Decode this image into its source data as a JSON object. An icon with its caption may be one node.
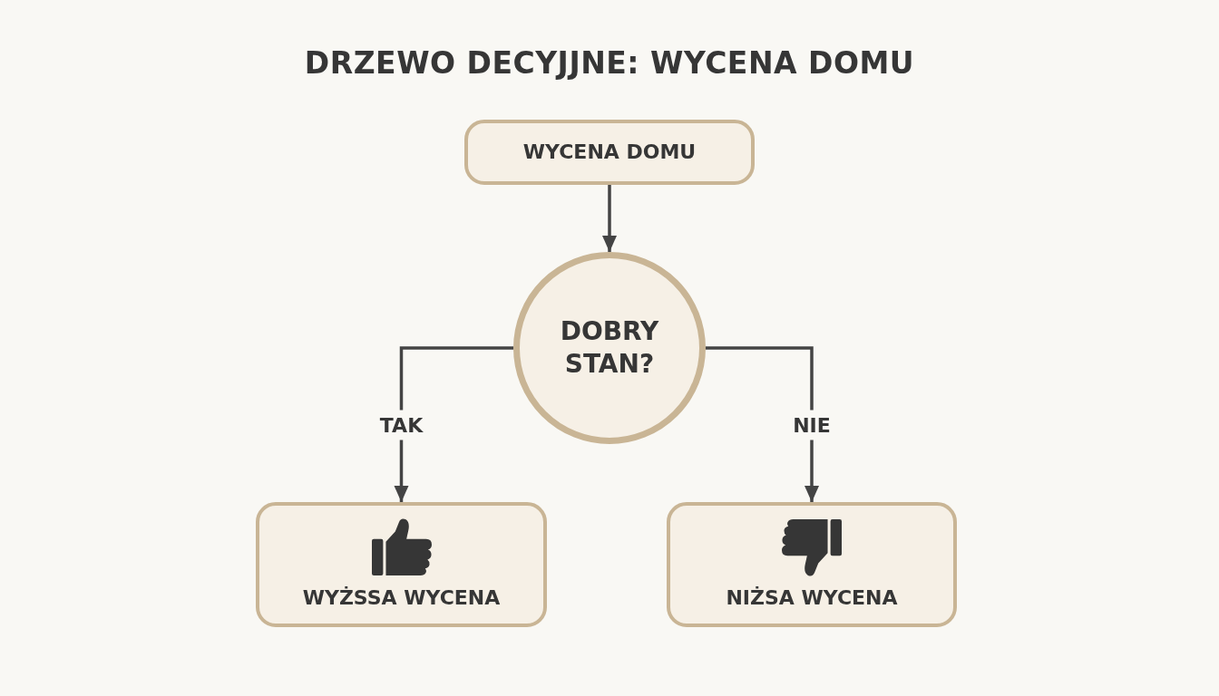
{
  "diagram": {
    "title": "DRZEWO DECYJJNE: WYCENA DOMU",
    "nodes": [
      {
        "text": [
          "WYCENA DOMU"
        ]
      },
      {
        "text": [
          "DOBRY STAN?"
        ]
      },
      {
        "text": [
          "WYŻSSA WYCENA"
        ]
      },
      {
        "text": [
          "NIŻSA WYCENA"
        ]
      }
    ],
    "edges": [
      {
        "from": 0,
        "to": 1,
        "arrow": "to"
      },
      {
        "from": 1,
        "to": 2,
        "arrow": "to",
        "label": "TAK"
      },
      {
        "from": 1,
        "to": 3,
        "arrow": "to",
        "label": "NIE"
      }
    ]
  }
}
